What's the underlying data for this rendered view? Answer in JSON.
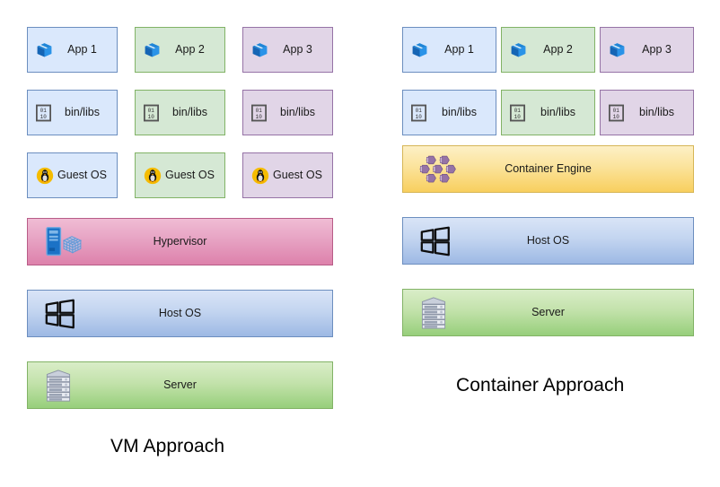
{
  "diagram": {
    "title_vm": "VM Approach",
    "title_container": "Container Approach",
    "colors": {
      "blue_fill": "#dae8fc",
      "blue_stroke": "#6c8ebf",
      "green_fill": "#d5e8d4",
      "green_stroke": "#82b366",
      "purple_fill": "#e1d5e7",
      "purple_stroke": "#9673a6",
      "hypervisor_fill": "#e8a7c6",
      "hypervisor_stroke": "#b85c87",
      "hostos_fill": "#c3d5f0",
      "server_fill": "#c3e2ab",
      "engine_fill": "#fbe39b",
      "engine_stroke": "#d6b656",
      "tux_circle": "#f5bc00",
      "container_icon": "#9673a6"
    }
  },
  "vm": {
    "apps": [
      {
        "label": "App 1",
        "icon": "package-icon",
        "theme": "blue"
      },
      {
        "label": "App 2",
        "icon": "package-icon",
        "theme": "green"
      },
      {
        "label": "App 3",
        "icon": "package-icon",
        "theme": "purple"
      }
    ],
    "binlibs": [
      {
        "label": "bin/libs",
        "icon": "binary-icon",
        "theme": "blue"
      },
      {
        "label": "bin/libs",
        "icon": "binary-icon",
        "theme": "green"
      },
      {
        "label": "bin/libs",
        "icon": "binary-icon",
        "theme": "purple"
      }
    ],
    "guestos": [
      {
        "label": "Guest OS",
        "icon": "linux-tux-icon",
        "theme": "blue"
      },
      {
        "label": "Guest OS",
        "icon": "linux-tux-icon",
        "theme": "green"
      },
      {
        "label": "Guest OS",
        "icon": "linux-tux-icon",
        "theme": "purple"
      }
    ],
    "hypervisor": {
      "label": "Hypervisor",
      "icon": "hypervisor-icon"
    },
    "hostos": {
      "label": "Host OS",
      "icon": "windows-icon"
    },
    "server": {
      "label": "Server",
      "icon": "server-rack-icon"
    }
  },
  "container": {
    "apps": [
      {
        "label": "App 1",
        "icon": "package-icon",
        "theme": "blue"
      },
      {
        "label": "App 2",
        "icon": "package-icon",
        "theme": "green"
      },
      {
        "label": "App 3",
        "icon": "package-icon",
        "theme": "purple"
      }
    ],
    "binlibs": [
      {
        "label": "bin/libs",
        "icon": "binary-icon",
        "theme": "blue"
      },
      {
        "label": "bin/libs",
        "icon": "binary-icon",
        "theme": "green"
      },
      {
        "label": "bin/libs",
        "icon": "binary-icon",
        "theme": "purple"
      }
    ],
    "engine": {
      "label": "Container Engine",
      "icon": "container-cluster-icon"
    },
    "hostos": {
      "label": "Host OS",
      "icon": "windows-icon"
    },
    "server": {
      "label": "Server",
      "icon": "server-rack-icon"
    }
  }
}
